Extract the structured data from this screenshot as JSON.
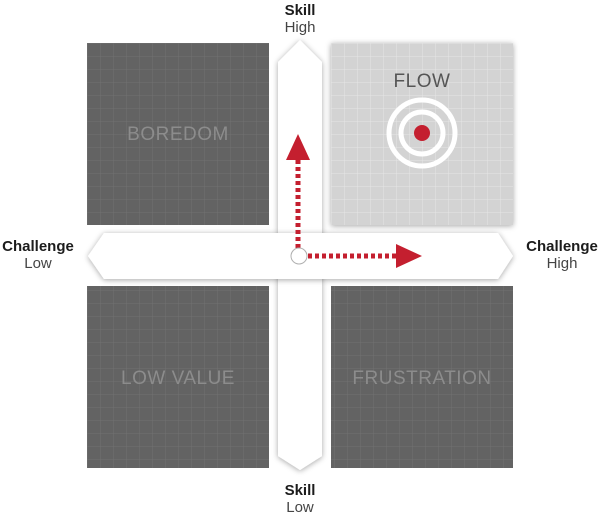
{
  "quadrants": {
    "top_left": {
      "label": "BOREDOM"
    },
    "top_right": {
      "label": "FLOW"
    },
    "bottom_left": {
      "label": "LOW VALUE"
    },
    "bottom_right": {
      "label": "FRUSTRATION"
    }
  },
  "axes": {
    "skill_top": {
      "name": "Skill",
      "level": "High"
    },
    "skill_bottom": {
      "name": "Skill",
      "level": "Low"
    },
    "challenge_left": {
      "name": "Challenge",
      "level": "Low"
    },
    "challenge_right": {
      "name": "Challenge",
      "level": "High"
    }
  },
  "colors": {
    "dark_quadrant": "#636363",
    "dark_quadrant_grid": "#707070",
    "dark_quadrant_text": "#8c8c8c",
    "flow_quadrant": "#d3d3d3",
    "flow_grid": "#e4e4e4",
    "flow_text": "#555555",
    "accent_red": "#c41f2f",
    "target_ring": "#ffffff"
  }
}
